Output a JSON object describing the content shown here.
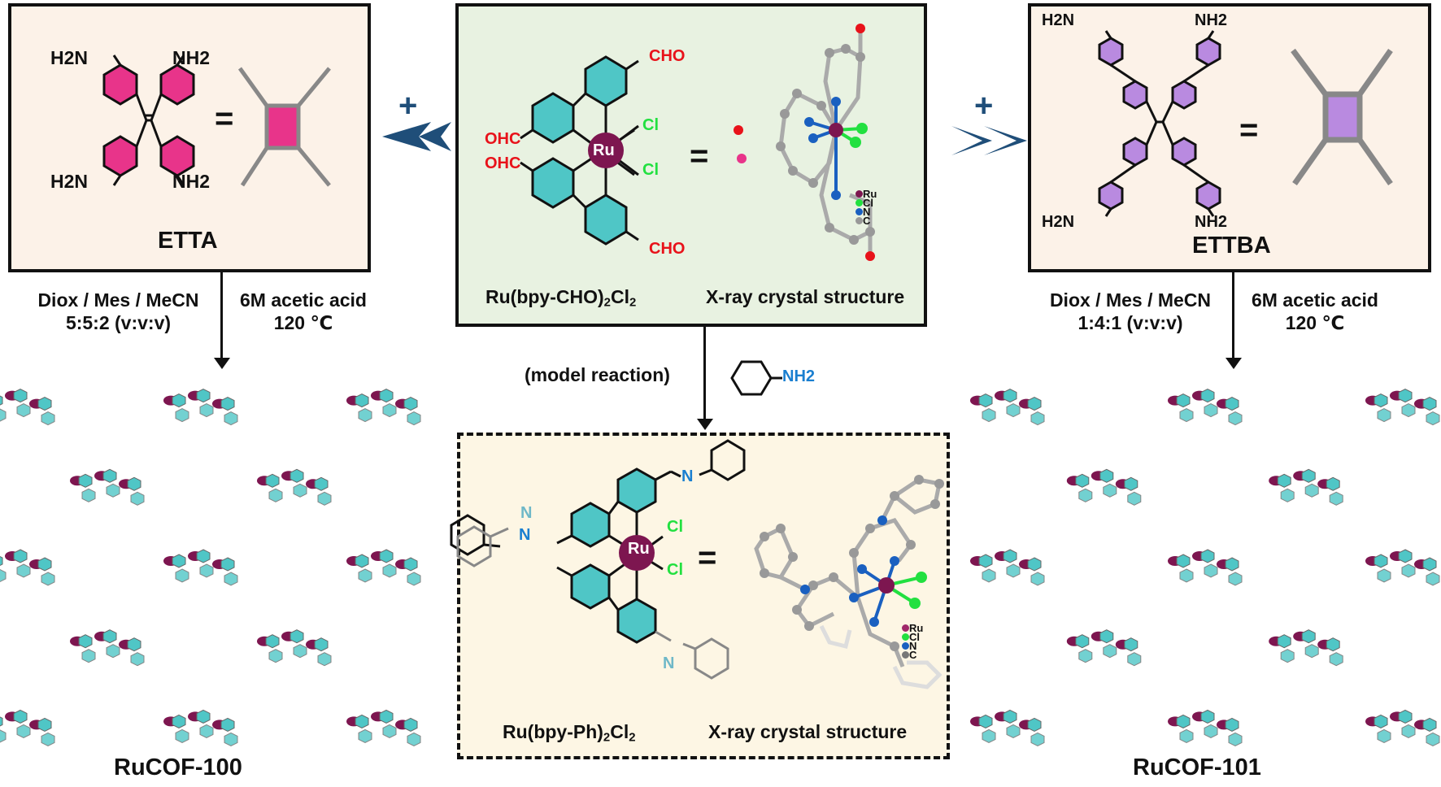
{
  "figure": {
    "colors": {
      "ETTA_ring": "#e8348a",
      "ETTBA_ring": "#b98ae0",
      "pyridine_ring": "#4fc6c6",
      "ruthenium": "#7d1650",
      "chlorine": "#22e040",
      "nitrogen": "#1a7fd0",
      "aldehyde": "#e8121a",
      "carbon_atom": "#9a9a9a",
      "arrow_blue": "#1f4e79",
      "panel_peach": "#fcf2e8",
      "panel_green": "#e8f2e1",
      "panel_cream": "#fdf6e4"
    },
    "left_panel": {
      "monomer_name": "ETTA",
      "amine_labels": [
        "H2N",
        "NH2",
        "H2N",
        "NH2"
      ],
      "equals": "=",
      "shape_symbol": "tetratopic-linker-rectangle"
    },
    "right_panel": {
      "monomer_name": "ETTBA",
      "amine_labels": [
        "H2N",
        "NH2",
        "H2N",
        "NH2"
      ],
      "equals": "=",
      "shape_symbol": "tetratopic-linker-rectangle"
    },
    "center_panel": {
      "complex_name": "Ru(bpy-CHO)",
      "complex_sub": "2",
      "complex_tail": "Cl",
      "complex_tail_sub": "2",
      "xray_label": "X-ray crystal structure",
      "equals": "=",
      "metal": "Ru",
      "ligand_atoms": {
        "chloride": "Cl",
        "nitrogen": "N"
      },
      "aldehyde_labels": [
        "CHO",
        "OHC",
        "OHC",
        "CHO"
      ],
      "legend": [
        "Ru",
        "Cl",
        "N",
        "C"
      ]
    },
    "plus_signs": [
      "+",
      "+"
    ],
    "left_conditions": {
      "solvent": "Diox / Mes / MeCN",
      "ratio": "5:5:2 (v:v:v)",
      "catalyst": "6M acetic acid",
      "temperature": "120 ℃"
    },
    "right_conditions": {
      "solvent": "Diox / Mes / MeCN",
      "ratio": "1:4:1 (v:v:v)",
      "catalyst": "6M acetic acid",
      "temperature": "120 ℃"
    },
    "model_reaction": {
      "label": "(model reaction)",
      "reagent_amine": "NH2",
      "product_name": "Ru(bpy-Ph)",
      "product_sub": "2",
      "product_tail": "Cl",
      "product_tail_sub": "2",
      "xray_label": "X-ray crystal structure",
      "equals": "=",
      "metal": "Ru",
      "imine_N": "N",
      "legend": [
        "Ru",
        "Cl",
        "N",
        "C"
      ]
    },
    "products": {
      "left": "RuCOF-100",
      "right": "RuCOF-101"
    }
  }
}
